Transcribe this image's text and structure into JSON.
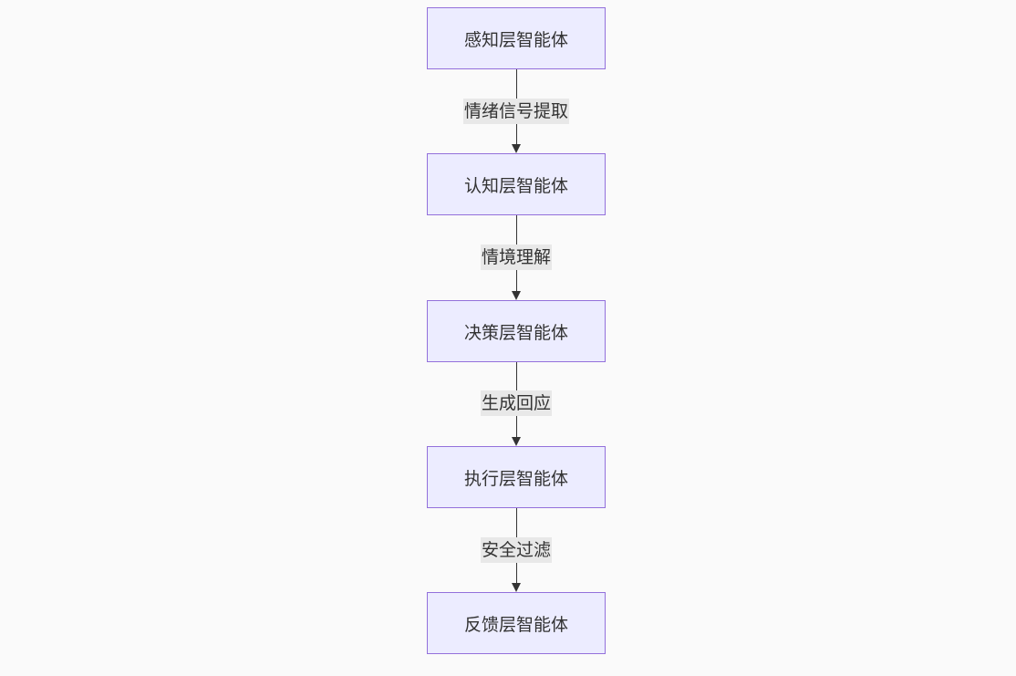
{
  "diagram": {
    "nodes": [
      {
        "label": "感知层智能体"
      },
      {
        "label": "认知层智能体"
      },
      {
        "label": "决策层智能体"
      },
      {
        "label": "执行层智能体"
      },
      {
        "label": "反馈层智能体"
      }
    ],
    "edges": [
      {
        "label": "情绪信号提取"
      },
      {
        "label": "情境理解"
      },
      {
        "label": "生成回应"
      },
      {
        "label": "安全过滤"
      }
    ],
    "colors": {
      "node_fill": "#ececff",
      "node_border": "#9370db",
      "edge": "#333333",
      "label_bg": "#e8e8e8",
      "background": "#fafafa"
    }
  }
}
